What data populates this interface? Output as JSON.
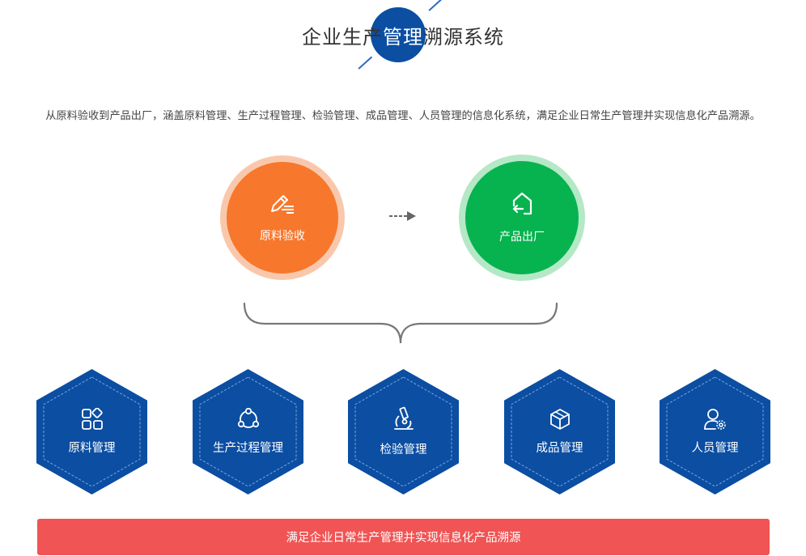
{
  "title": {
    "part1": "企业生产",
    "part2": "管理",
    "part3": "溯源系统"
  },
  "subtitle": "从原料验收到产品出厂，涵盖原料管理、生产过程管理、检验管理、成品管理、人员管理的信息化系统，满足企业日常生产管理并实现信息化产品溯源。",
  "colors": {
    "title_circle": "#0b4ea2",
    "orange": "#f7772c",
    "orange_ring": "#f9c8ac",
    "green": "#06b34f",
    "green_ring": "#b5e8c6",
    "hexagon": "#0b4ea2",
    "bottom_bar": "#f05454"
  },
  "flow": {
    "start": {
      "label": "原料验收",
      "icon": "pen-edit-icon"
    },
    "end": {
      "label": "产品出厂",
      "icon": "exit-house-icon"
    }
  },
  "modules": [
    {
      "label": "原料管理",
      "icon": "grid-apps-icon"
    },
    {
      "label": "生产过程管理",
      "icon": "cycle-nodes-icon"
    },
    {
      "label": "检验管理",
      "icon": "microscope-icon"
    },
    {
      "label": "成品管理",
      "icon": "box-cube-icon"
    },
    {
      "label": "人员管理",
      "icon": "user-gear-icon"
    }
  ],
  "footer": "满足企业日常生产管理并实现信息化产品溯源"
}
